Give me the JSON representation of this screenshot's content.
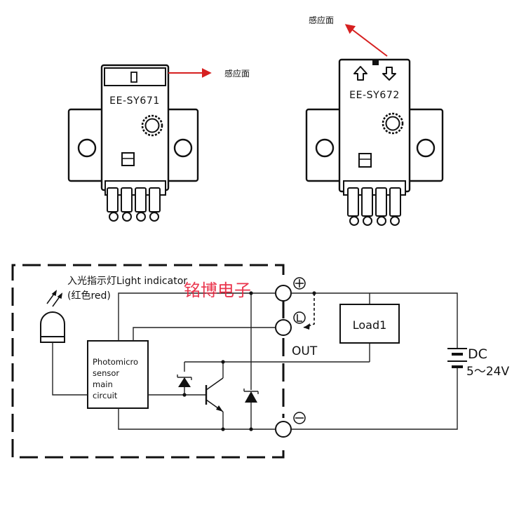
{
  "sensors": [
    {
      "model": "EE-SY671",
      "sensing_face_label": "感应面",
      "indicator_glyph": "0"
    },
    {
      "model": "EE-SY672",
      "sensing_face_label": "感应面"
    }
  ],
  "circuit": {
    "light_indicator_label": "入光指示灯Light indicator",
    "light_color_label": "(红色red)",
    "main_circuit_lines": [
      "Photomicro",
      "sensor",
      "main",
      "circuit"
    ],
    "terminal_plus": "⊕",
    "terminal_l": "Ⓛ",
    "terminal_minus": "⊖",
    "out_label": "OUT",
    "load_label": "Load1",
    "supply_label": "DC",
    "supply_voltage": "5～24V"
  },
  "watermark": "铭博电子",
  "colors": {
    "arrow": "#d62020",
    "watermark": "#e8203a",
    "ink": "#111111"
  }
}
